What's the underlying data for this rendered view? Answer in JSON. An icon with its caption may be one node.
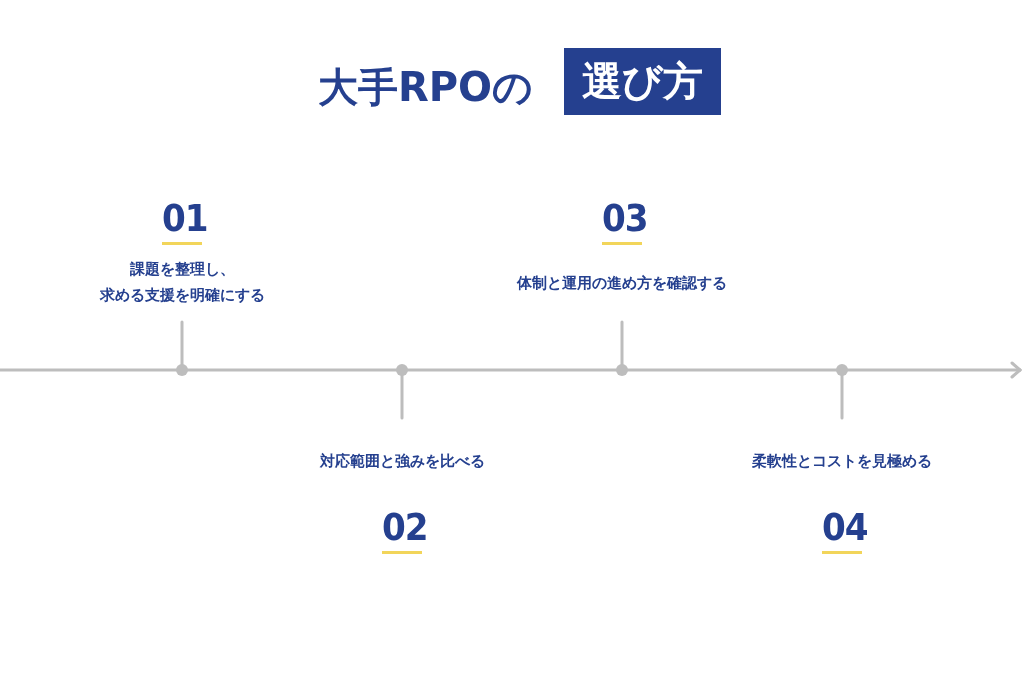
{
  "diagram": {
    "title": "大手RPOの",
    "nodes": [
      {
        "text": [
          "選び方"
        ]
      }
    ],
    "edges": [],
    "labels": [
      "01",
      "課題を整理し、求める支援を明確にする",
      "対応範囲と強みを比べる",
      "02",
      "03",
      "体制と運用の進め方を確認する",
      "柔軟性とコストを見極める",
      "04"
    ]
  }
}
